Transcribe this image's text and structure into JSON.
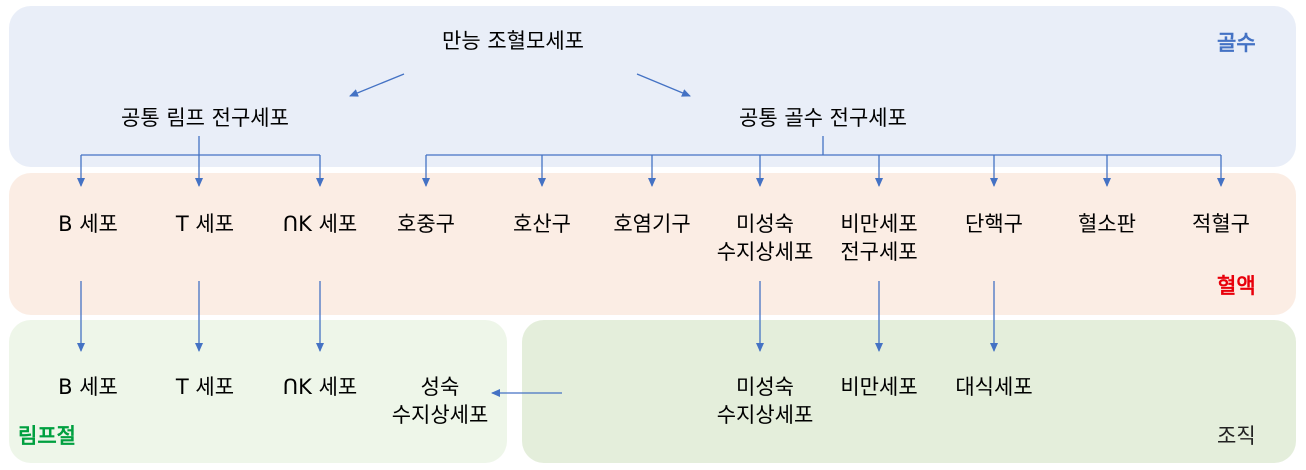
{
  "regions": {
    "bone_marrow": {
      "label": "골수",
      "color": "#4472c4"
    },
    "blood": {
      "label": "혈액",
      "color": "#e8000b"
    },
    "lymph_node": {
      "label": "림프절",
      "color": "#00a040"
    },
    "tissue": {
      "label": "조직",
      "color": "#222222"
    }
  },
  "nodes": {
    "hsc": "만능 조혈모세포",
    "clp": "공통 림프 전구세포",
    "cmp": "공통 골수 전구세포",
    "b_blood": "B 세포",
    "t_blood": "T 세포",
    "nk_blood": "ᑎK 세포",
    "neutrophil": "호중구",
    "eosinophil": "호산구",
    "basophil": "호염기구",
    "immature_dc_blood": "미성숙\n수지상세포",
    "mast_precursor": "비만세포\n전구세포",
    "monocyte": "단핵구",
    "platelet": "혈소판",
    "rbc": "적혈구",
    "b_lymph": "B 세포",
    "t_lymph": "T 세포",
    "nk_lymph": "ᑎK 세포",
    "mature_dc": "성숙\n수지상세포",
    "immature_dc_tissue": "미성숙\n수지상세포",
    "mast_cell": "비만세포",
    "macrophage": "대식세포"
  },
  "colors": {
    "arrow": "#4472c4"
  }
}
